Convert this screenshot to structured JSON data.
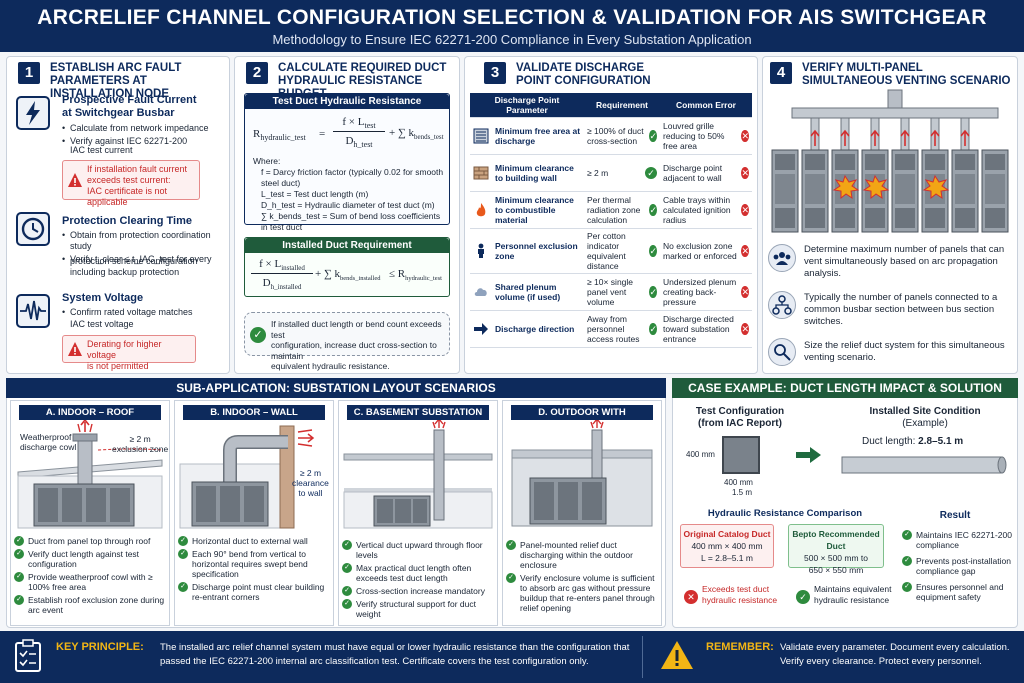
{
  "header": {
    "title": "ARCRELIEF CHANNEL CONFIGURATION SELECTION & VALIDATION FOR AIS SWITCHGEAR",
    "subtitle": "Methodology to Ensure IEC 62271-200 Compliance in Every Substation Application"
  },
  "s1": {
    "num": "1",
    "title1": "ESTABLISH ARC FAULT",
    "title2": "PARAMETERS AT INSTALLATION NODE",
    "i1": {
      "t1": "Prospective Fault Current",
      "t2": "at Switchgear Busbar",
      "b1": "Calculate from network impedance",
      "b2": "Verify against IEC 62271-200",
      "b3": "IAC test current",
      "w1": "If installation fault current",
      "w2": "exceeds test current:",
      "w3": "IAC certificate is not applicable"
    },
    "i2": {
      "t1": "Protection Clearing Time",
      "b1": "Obtain from protection coordination study",
      "b2": "Verify t_clear ≤ t_IAC_test for every",
      "b3": "protection scheme configuration",
      "b4": "including backup protection"
    },
    "i3": {
      "t1": "System Voltage",
      "b1": "Confirm rated voltage matches",
      "b2": "IAC test voltage",
      "w1": "Derating for higher voltage",
      "w2": "is not permitted"
    }
  },
  "s2": {
    "num": "2",
    "title1": "CALCULATE REQUIRED DUCT",
    "title2": "HYDRAULIC RESISTANCE BUDGET",
    "bar1": "Test Duct Hydraulic Resistance",
    "f1_lhs": "R",
    "f1_lhs_sub": "hydraulic_test",
    "f1_eq": "=",
    "f1_num": "f × L",
    "f1_num_sub": "test",
    "f1_den": "D",
    "f1_den_sub": "h_test",
    "f1_plus": "+ ∑ k",
    "f1_k_sub": "bends_test",
    "where": "Where:",
    "w1": "f = Darcy friction factor (typically 0.02 for smooth steel duct)",
    "w2": "L_test = Test duct length (m)",
    "w3": "D_h_test = Hydraulic diameter of test duct (m)",
    "w4": "∑ k_bends_test = Sum of bend loss coefficients in test duct",
    "bar2": "Installed Duct Requirement",
    "f2_num": "f × L",
    "f2_num_sub": "installed",
    "f2_den": "D",
    "f2_den_sub": "h_installed",
    "f2_plus": "+ ∑ k",
    "f2_k_sub": "bends_installed",
    "f2_le": "≤ R",
    "f2_r_sub": "hydraulic_test",
    "note1": "If installed duct length or bend count exceeds test",
    "note2": "configuration, increase duct cross-section to maintain",
    "note3": "equivalent hydraulic resistance."
  },
  "s3": {
    "num": "3",
    "title1": "VALIDATE DISCHARGE",
    "title2": "POINT CONFIGURATION",
    "h1": "Discharge Point Parameter",
    "h2": "Requirement",
    "h3": "Common Error",
    "rows": [
      {
        "p": "Minimum free area at discharge",
        "r": "≥ 100% of duct cross-section",
        "e": "Louvred grille reducing to 50% free area",
        "icon": "grille-icon"
      },
      {
        "p": "Minimum clearance to building wall",
        "r": "≥ 2 m",
        "e": "Discharge point adjacent to wall",
        "icon": "brick-wall-icon"
      },
      {
        "p": "Minimum clearance to combustible material",
        "r": "Per thermal radiation zone calculation",
        "e": "Cable trays within calculated ignition radius",
        "icon": "flame-icon"
      },
      {
        "p": "Personnel exclusion zone",
        "r": "Per cotton indicator equivalent distance",
        "e": "No exclusion zone marked or enforced",
        "icon": "person-icon"
      },
      {
        "p": "Shared plenum volume (if used)",
        "r": "≥ 10× single panel vent volume",
        "e": "Undersized plenum creating back-pressure",
        "icon": "cloud-icon"
      },
      {
        "p": "Discharge direction",
        "r": "Away from personnel access routes",
        "e": "Discharge directed toward substation entrance",
        "icon": "arrow-right-icon"
      }
    ]
  },
  "s4": {
    "num": "4",
    "title1": "VERIFY MULTI-PANEL",
    "title2": "SIMULTANEOUS VENTING SCENARIO",
    "p1": "Determine maximum number of panels that can vent simultaneously based on arc propagation analysis.",
    "p2": "Typically the number of panels connected to a common busbar section between bus section switches.",
    "p3": "Size the relief duct system for this simultaneous venting scenario."
  },
  "sub": {
    "title": "SUB-APPLICATION: SUBSTATION LAYOUT SCENARIOS",
    "a": {
      "title": "A. INDOOR – ROOF DISCHARGE",
      "lbl1": "Weatherproof",
      "lbl2": "discharge cowl",
      "lbl3": "≥ 2 m",
      "lbl4": "exclusion zone",
      "c1": "Duct from panel top through roof",
      "c2": "Verify duct length against test configuration",
      "c3": "Provide weatherproof cowl with ≥ 100% free area",
      "c4": "Establish roof exclusion zone during arc event"
    },
    "b": {
      "title": "B. INDOOR – WALL DISCHARGE",
      "lbl1": "≥ 2 m",
      "lbl2": "clearance",
      "lbl3": "to wall",
      "c1": "Horizontal duct to external wall",
      "c2": "Each 90° bend from vertical to horizontal requires swept bend specification",
      "c3": "Discharge point must clear building re-entrant corners"
    },
    "c": {
      "title": "C. BASEMENT SUBSTATION",
      "c1": "Vertical duct upward through floor levels",
      "c2": "Max practical duct length often exceeds test duct length",
      "c3": "Cross-section increase mandatory",
      "c4": "Verify structural support for duct weight"
    },
    "d": {
      "title": "D. OUTDOOR WITH ENCLOSURE",
      "c1": "Panel-mounted relief duct discharging within the outdoor enclosure",
      "c2": "Verify enclosure volume is sufficient to absorb arc gas without pressure buildup that re-enters panel through relief opening"
    }
  },
  "case": {
    "title": "CASE EXAMPLE: DUCT LENGTH IMPACT & SOLUTION",
    "tc1": "Test Configuration",
    "tc2": "(from IAC Report)",
    "is1": "Installed Site Condition",
    "is2": "(Example)",
    "dl": "Duct length:",
    "dlv": "2.8–5.1 m",
    "d400v": "400 mm",
    "d400h": "400 mm",
    "d15": "1.5 m",
    "hrc": "Hydraulic Resistance Comparison",
    "oc1": "Original Catalog Duct",
    "oc2": "400 mm × 400 mm",
    "oc3": "L = 2.8–5.1 m",
    "br1": "Bepto Recommended Duct",
    "br2": "500 × 500 mm to",
    "br3": "650 × 550 mm",
    "ex1": "Exceeds test duct",
    "ex2": "hydraulic resistance",
    "me1": "Maintains equivalent",
    "me2": "hydraulic resistance",
    "res": "Result",
    "r1": "Maintains IEC 62271-200 compliance",
    "r2": "Prevents post-installation compliance gap",
    "r3": "Ensures personnel and equipment safety"
  },
  "footer": {
    "kp": "KEY PRINCIPLE:",
    "kp1": "The installed arc relief channel system must have equal or lower hydraulic resistance than the configuration that",
    "kp2": "passed the IEC 62271-200 internal arc classification test.  Certificate covers the test configuration only.",
    "rem": "REMEMBER:",
    "rem1": "Validate every parameter. Document every calculation.",
    "rem2": "Verify every clearance. Protect every personnel."
  },
  "colors": {
    "navy": "#0d2a5c",
    "green": "#1f5b3b",
    "red": "#d32f2f",
    "ok": "#2e8b3e"
  }
}
